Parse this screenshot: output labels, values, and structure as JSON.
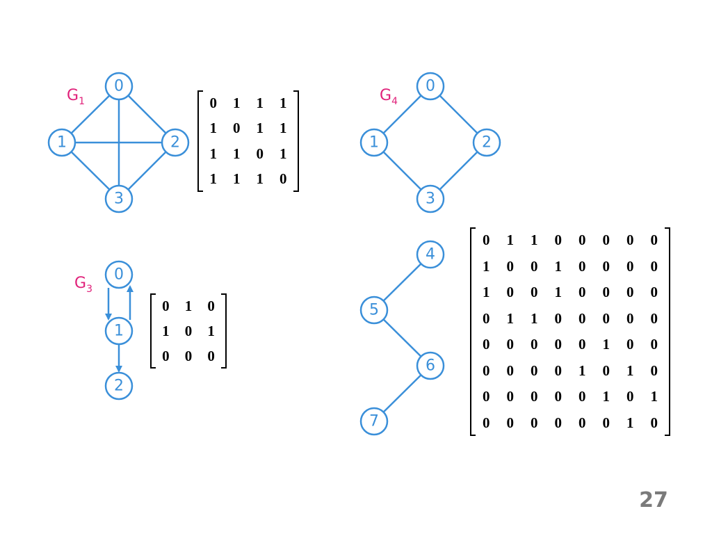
{
  "page_number": "27",
  "colors": {
    "vertex": "#3a8fd9",
    "graph_label": "#e0217a",
    "matrix_text": "#000000",
    "page_number": "#7a7a7a"
  },
  "graphs": {
    "g1": {
      "label": "G",
      "sub": "1",
      "vertices": [
        "0",
        "1",
        "2",
        "3"
      ],
      "edges": [
        [
          "0",
          "1"
        ],
        [
          "0",
          "2"
        ],
        [
          "0",
          "3"
        ],
        [
          "1",
          "2"
        ],
        [
          "1",
          "3"
        ],
        [
          "2",
          "3"
        ]
      ],
      "matrix": [
        [
          "0",
          "1",
          "1",
          "1"
        ],
        [
          "1",
          "0",
          "1",
          "1"
        ],
        [
          "1",
          "1",
          "0",
          "1"
        ],
        [
          "1",
          "1",
          "1",
          "0"
        ]
      ]
    },
    "g4": {
      "label": "G",
      "sub": "4",
      "vertices": [
        "0",
        "1",
        "2",
        "3"
      ],
      "edges": [
        [
          "0",
          "1"
        ],
        [
          "0",
          "2"
        ],
        [
          "1",
          "3"
        ],
        [
          "2",
          "3"
        ]
      ]
    },
    "g3": {
      "label": "G",
      "sub": "3",
      "vertices": [
        "0",
        "1",
        "2"
      ],
      "arcs": [
        [
          "0",
          "1"
        ],
        [
          "1",
          "0"
        ],
        [
          "1",
          "2"
        ]
      ],
      "matrix": [
        [
          "0",
          "1",
          "0"
        ],
        [
          "1",
          "0",
          "1"
        ],
        [
          "0",
          "0",
          "0"
        ]
      ]
    },
    "g4_extra": {
      "vertices": [
        "4",
        "5",
        "6",
        "7"
      ],
      "edges": [
        [
          "4",
          "5"
        ],
        [
          "5",
          "6"
        ],
        [
          "6",
          "7"
        ]
      ],
      "matrix": [
        [
          "0",
          "1",
          "1",
          "0",
          "0",
          "0",
          "0",
          "0"
        ],
        [
          "1",
          "0",
          "0",
          "1",
          "0",
          "0",
          "0",
          "0"
        ],
        [
          "1",
          "0",
          "0",
          "1",
          "0",
          "0",
          "0",
          "0"
        ],
        [
          "0",
          "1",
          "1",
          "0",
          "0",
          "0",
          "0",
          "0"
        ],
        [
          "0",
          "0",
          "0",
          "0",
          "0",
          "1",
          "0",
          "0"
        ],
        [
          "0",
          "0",
          "0",
          "0",
          "1",
          "0",
          "1",
          "0"
        ],
        [
          "0",
          "0",
          "0",
          "0",
          "0",
          "1",
          "0",
          "1"
        ],
        [
          "0",
          "0",
          "0",
          "0",
          "0",
          "0",
          "1",
          "0"
        ]
      ]
    }
  }
}
